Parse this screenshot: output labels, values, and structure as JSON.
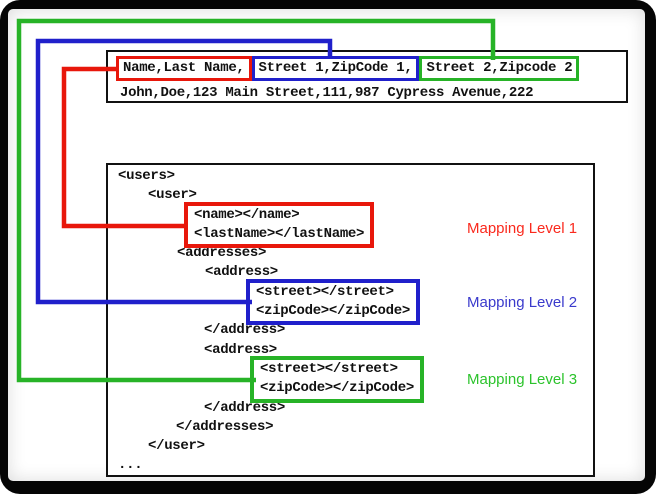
{
  "diagram": {
    "type": "csv-to-xml-mapping",
    "colors": {
      "mapping_level_1": "#e8170b",
      "mapping_level_2": "#2020cb",
      "mapping_level_3": "#27b327",
      "frame": "#050505",
      "panel_border": "#111111",
      "code_text": "#111111"
    }
  },
  "csv_panel": {
    "header_segments": [
      {
        "id": "mapping-level-1-source",
        "text": "Name,Last Name,",
        "color": "#e8170b"
      },
      {
        "id": "mapping-level-2-source",
        "text": "Street 1,ZipCode 1,",
        "color": "#2020cb"
      },
      {
        "id": "mapping-level-3-source",
        "text": "Street 2,Zipcode 2",
        "color": "#27b327"
      }
    ],
    "data_row": "John,Doe,123 Main Street,111,987 Cypress Avenue,222"
  },
  "xml_panel": {
    "lines": [
      "<users>",
      "<user>",
      "<name></name>",
      "<lastName></lastName>",
      "<addresses>",
      "<address>",
      "<street></street>",
      "<zipCode></zipCode>",
      "</address>",
      "<address>",
      "<street></street>",
      "<zipCode></zipCode>",
      "</address>",
      "</addresses>",
      "</user>",
      "..."
    ]
  },
  "labels": [
    {
      "text": "Mapping Level 1",
      "color": "#fa291d"
    },
    {
      "text": "Mapping Level 2",
      "color": "#3a3acc"
    },
    {
      "text": "Mapping Level 3",
      "color": "#2cc32c"
    }
  ]
}
